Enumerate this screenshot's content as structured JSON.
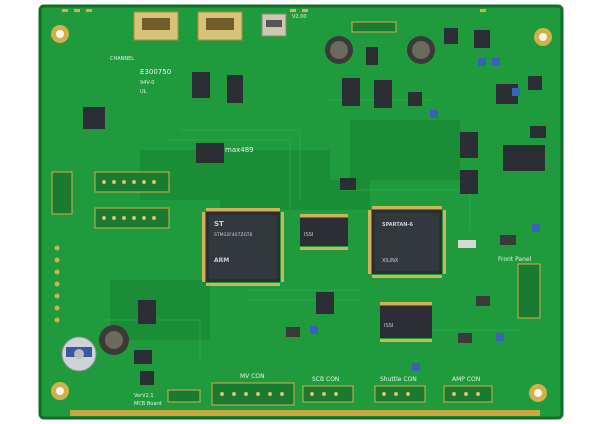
{
  "board": {
    "top_label": "CHANNEL",
    "ul_code": "E300750",
    "ul_rating": "94V-0",
    "ul_mark": "UL",
    "top_right_tag": "V2.00",
    "max_chip": "max489",
    "front_panel": "Front Panel",
    "bottom_left_1": "VerV2.1",
    "bottom_left_2": "MCB Board",
    "con_1": "MV CON",
    "con_2": "SCB CON",
    "con_3": "Shuttle CON",
    "con_4": "AMP CON"
  },
  "chips": {
    "mcu_brand": "ST",
    "mcu_part": "STM32F407ZGT6",
    "mcu_arm": "ARM",
    "fpga_brand": "SPARTAN-6",
    "fpga_brand_sub": "XILINX",
    "sram_brand": "ISSI"
  },
  "colors": {
    "pcb": "#1f9a3d",
    "pcb_dark": "#167a2f",
    "pcb_edge": "#0f6e28",
    "gold": "#d4b04a",
    "chip": "#2b2f33",
    "silkscreen": "#e9f3e8"
  }
}
